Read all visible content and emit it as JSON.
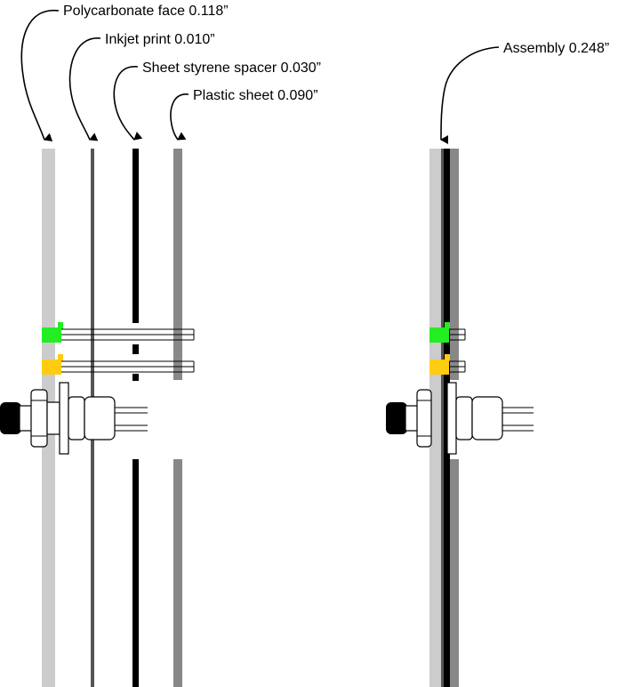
{
  "labels": {
    "polycarbonate": "Polycarbonate face  0.118”",
    "inkjet": "Inkjet print  0.010”",
    "spacer": "Sheet styrene spacer  0.030”",
    "plastic": "Plastic sheet  0.090”",
    "assembly": "Assembly  0.248”"
  },
  "colors": {
    "polycarbonate": "#cccccc",
    "inkjet": "#555555",
    "spacer": "#000000",
    "plastic": "#888888",
    "led_green": "#22ee22",
    "led_yellow": "#ffcc11",
    "knob": "#000000"
  }
}
